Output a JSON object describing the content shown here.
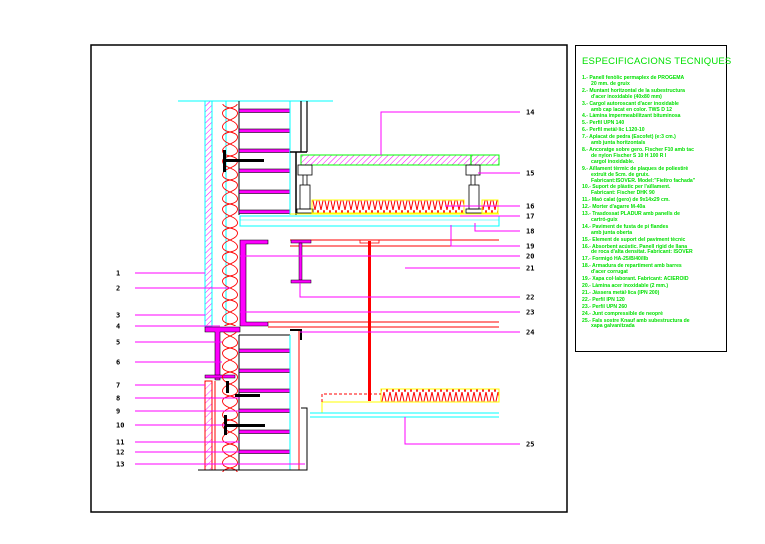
{
  "specs": {
    "title": "ESPECIFICACIONS TECNIQUES",
    "items": [
      {
        "num": "1.-",
        "lines": [
          "Panell fenòlic permaplex de PROGEMA",
          "20 mm. de gruix"
        ]
      },
      {
        "num": "2.-",
        "lines": [
          "Muntant horitzontal de la subestructura",
          "d'acer inoxidable (40x80 mm)"
        ]
      },
      {
        "num": "3.-",
        "lines": [
          "Cargol autoroscant d'acer inoxidable",
          "amb cap lacat en color. TWS D 12"
        ]
      },
      {
        "num": "4.-",
        "lines": [
          "Làmina impermeabilitzant bituminosa"
        ]
      },
      {
        "num": "5.-",
        "lines": [
          "Perfil UPN 140"
        ]
      },
      {
        "num": "6.-",
        "lines": [
          "Perfil metàl·lic L120-10"
        ]
      },
      {
        "num": "7.-",
        "lines": [
          "Aplacat de pedra (Escofet) (e:3 cm.)",
          "amb junta horitzontals"
        ]
      },
      {
        "num": "8.-",
        "lines": [
          "Ancoratge sobre gero. Fischer F10 amb tac",
          "de nylon Fischer S 10 H 100 R I",
          "cargol inoxidable."
        ]
      },
      {
        "num": "9.-",
        "lines": [
          "Aïllament tèrmic de plaques de poliestirè",
          "extruït de 5cm. de gruix.",
          "Fabricant:ISOVER. Model:\"Fieltro fachada\""
        ]
      },
      {
        "num": "10.-",
        "lines": [
          "Suport de plàstic per l'aïllament.",
          "Fabricant: Fischer DHK 90"
        ]
      },
      {
        "num": "11.-",
        "lines": [
          "Maó calat (gero) de 9x14x29 cm."
        ]
      },
      {
        "num": "12.-",
        "lines": [
          "Morter d'agarre M-40a"
        ]
      },
      {
        "num": "13.-",
        "lines": [
          "Trasdossat PLADUR amb panells de",
          "cartró-guix"
        ]
      },
      {
        "num": "14.-",
        "lines": [
          "Paviment de fusta de pi flandes",
          "amb junta oberta"
        ]
      },
      {
        "num": "15.-",
        "lines": [
          "Element de suport del paviment tècnic"
        ]
      },
      {
        "num": "16.-",
        "lines": [
          "Absorbent acústic. Panell rígid de llana",
          "de roca d'alta densitat. Fabricant: ISOVER"
        ]
      },
      {
        "num": "17.-",
        "lines": [
          "Formigó HA-25/B/40/IIb"
        ]
      },
      {
        "num": "18.-",
        "lines": [
          "Armadura de repartiment amb barres",
          "d'acer corrugat"
        ]
      },
      {
        "num": "19.-",
        "lines": [
          "Xapa col·laborant. Fabricant: ACIEROID"
        ]
      },
      {
        "num": "20.-",
        "lines": [
          "Làmina acer inoxidable (2 mm.)"
        ]
      },
      {
        "num": "21.-",
        "lines": [
          "Jàssera metàl·lica (IPN 200)"
        ]
      },
      {
        "num": "22.-",
        "lines": [
          "Perfil IPN 120"
        ]
      },
      {
        "num": "23.-",
        "lines": [
          "Perfil UPN 260"
        ]
      },
      {
        "num": "24.-",
        "lines": [
          "Junt compressible de neoprè"
        ]
      },
      {
        "num": "25.-",
        "lines": [
          "Fals sostre Knauf amb subestructura de",
          "xapa galvanitzada"
        ]
      }
    ]
  },
  "callouts_left": [
    "1",
    "2",
    "3",
    "4",
    "5",
    "6",
    "7",
    "8",
    "9",
    "10",
    "11",
    "12",
    "13"
  ],
  "callouts_right": [
    "14",
    "15",
    "16",
    "17",
    "18",
    "19",
    "20",
    "21",
    "22",
    "23",
    "24",
    "25"
  ],
  "colors": {
    "frame": "#000000",
    "leader": "#ff00ff",
    "concrete": "#00ffff",
    "steel": "#ff0000",
    "insulation": "#ff0000",
    "spec_text": "#00e000",
    "timber": "#00ff00",
    "mortar": "#ffff00"
  }
}
